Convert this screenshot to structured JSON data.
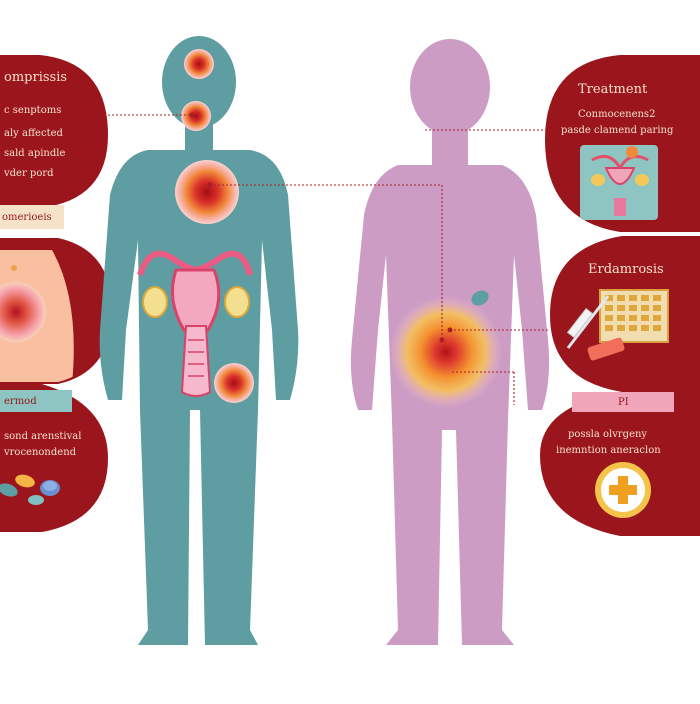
{
  "colors": {
    "panel": "#9b161c",
    "body_left": "#5e9da1",
    "body_right": "#cd9cc4",
    "cream": "#f6e2c9",
    "label_bar": "#8ec4c1",
    "pink_bar": "#f1a5b9",
    "hotspot_core": "#c8151b",
    "hotspot_mid": "#f2893a",
    "hotspot_outer": "#f7c8c0"
  },
  "left_panels": {
    "symptoms": {
      "title": "omprissis",
      "lines": [
        "c senptoms",
        "aly affected",
        "sald apindle",
        "vder pord"
      ]
    },
    "organ": {
      "label": "omerioeis"
    },
    "meds": {
      "bar_label": "ermod",
      "lines": [
        "sond arenstival",
        "vrocenondend"
      ]
    }
  },
  "right_panels": {
    "treatment": {
      "title": "Treatment",
      "lines": [
        "Conmocenens2",
        "pasde clamend paring"
      ]
    },
    "procedure": {
      "title": "Erdamrosis"
    },
    "care": {
      "bar_label": "PI",
      "lines": [
        "possla olvrgeny",
        "inemntion aneraclon"
      ]
    }
  },
  "figures": {
    "left_person": {
      "icon": "human-figure-icon"
    },
    "right_person": {
      "icon": "human-figure-icon"
    }
  },
  "icons": [
    "uterus-icon",
    "pain-hotspot-icon",
    "pill-icon",
    "syringe-icon",
    "tablet-grid-icon",
    "medical-plus-icon",
    "pelvis-icon"
  ]
}
